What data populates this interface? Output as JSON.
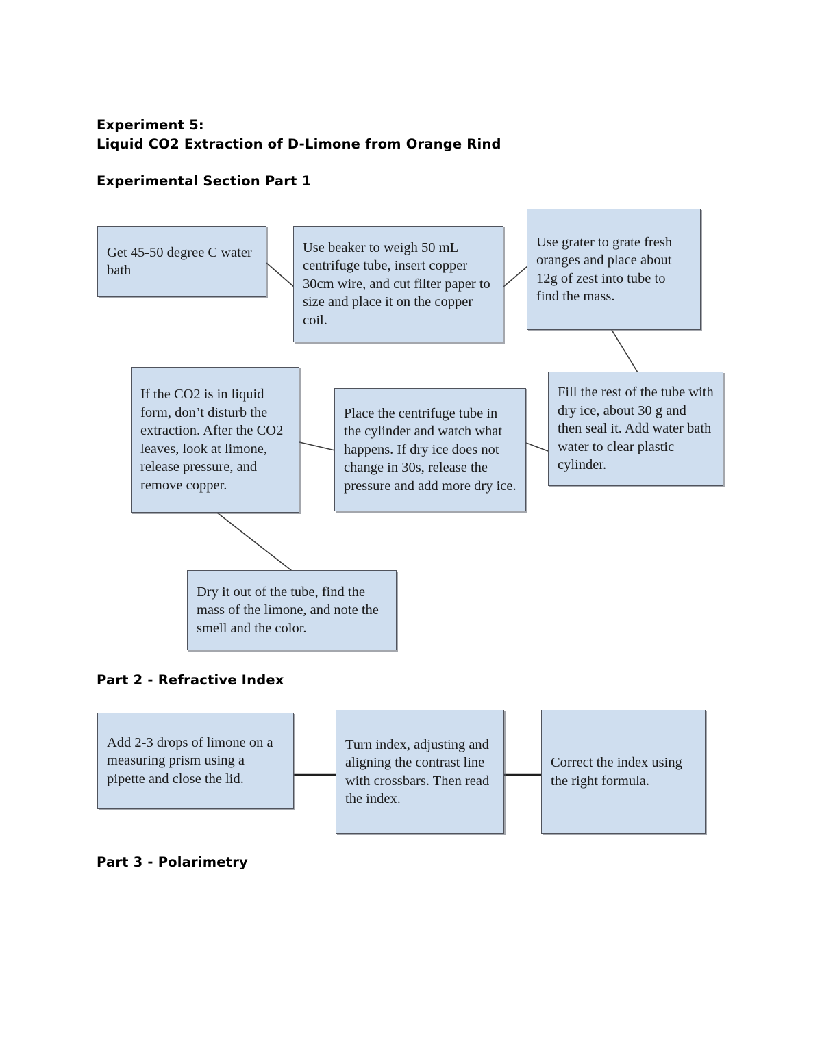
{
  "document": {
    "title_line1": "Experiment 5:",
    "title_line2": "Liquid CO2 Extraction of D-Limone from Orange Rind",
    "section_part1": "Experimental Section Part 1",
    "section_part2": "Part 2 - Refractive Index",
    "section_part3": "Part 3 - Polarimetry"
  },
  "colors": {
    "box_fill": "#cfdeef",
    "box_border": "#50535c",
    "connector": "#3a3a3a",
    "text": "#1a1a1a"
  },
  "part1": {
    "boxes": [
      {
        "id": "water-bath",
        "text": "Get 45-50 degree C water bath"
      },
      {
        "id": "weigh-tube",
        "text": "Use beaker to weigh 50 mL centrifuge tube, insert copper 30cm wire, and cut filter paper to size and place it on the copper coil."
      },
      {
        "id": "grate-oranges",
        "text": "Use grater to grate fresh oranges and place about 12g of zest into tube to find the mass."
      },
      {
        "id": "liquid-co2",
        "text": "If the CO2 is in liquid form, don’t disturb the extraction. After the CO2 leaves, look at limone, release pressure, and remove copper."
      },
      {
        "id": "place-in-cylinder",
        "text": "Place the centrifuge tube in the cylinder and watch what happens. If dry ice does not change in 30s, release the pressure and add more dry ice."
      },
      {
        "id": "fill-dry-ice",
        "text": "Fill the rest of the tube with dry ice, about 30 g and then seal it. Add water bath water to clear plastic cylinder."
      },
      {
        "id": "dry-and-measure",
        "text": "Dry it out of the tube, find the mass of the limone, and note the smell and the color."
      }
    ]
  },
  "part2": {
    "boxes": [
      {
        "id": "add-drops",
        "text": "Add 2-3 drops of limone on a measuring prism using a pipette and close the lid."
      },
      {
        "id": "turn-index",
        "text": "Turn index, adjusting and aligning the contrast line with crossbars. Then read the index."
      },
      {
        "id": "correct-index",
        "text": "Correct the index using the right formula."
      }
    ]
  }
}
